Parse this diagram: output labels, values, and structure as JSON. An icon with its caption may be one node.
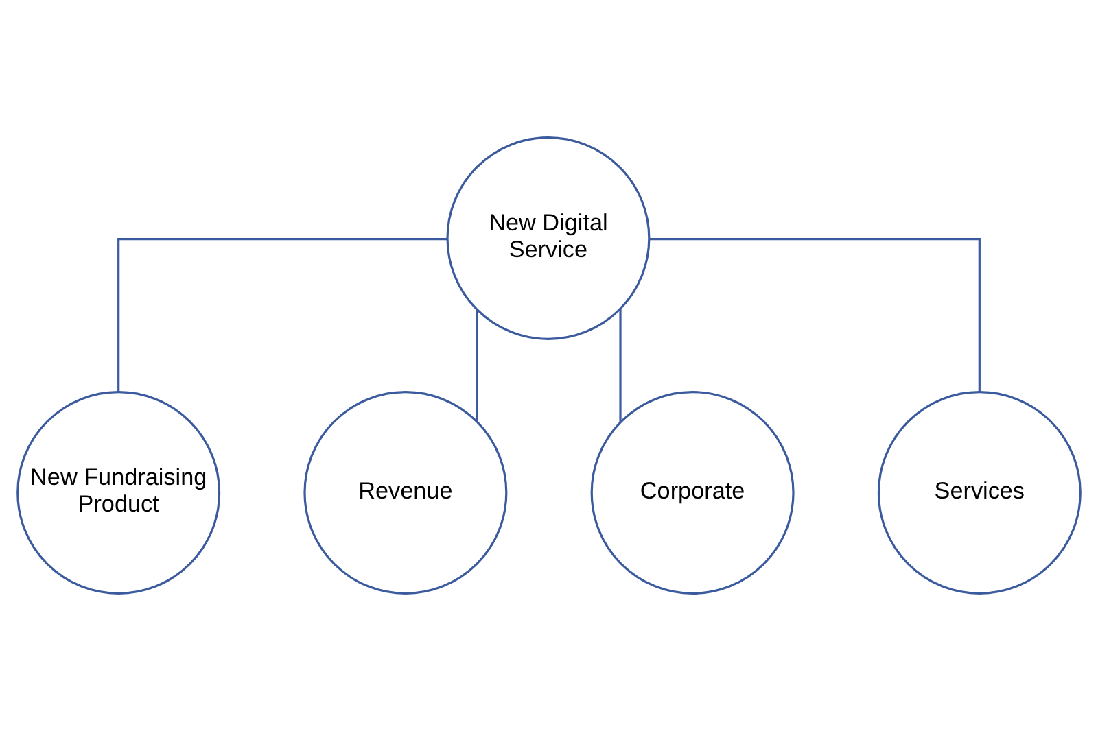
{
  "diagram": {
    "nodes": [
      {
        "text": [
          "New Digital Service"
        ]
      },
      {
        "text": [
          "New Fundraising Product"
        ]
      },
      {
        "text": [
          "Revenue"
        ]
      },
      {
        "text": [
          "Corporate"
        ]
      },
      {
        "text": [
          "Services"
        ]
      }
    ],
    "edges": [
      {
        "from": 0,
        "to": 1,
        "arrow": "none"
      },
      {
        "from": 0,
        "to": 2,
        "arrow": "none"
      },
      {
        "from": 0,
        "to": 3,
        "arrow": "none"
      },
      {
        "from": 0,
        "to": 4,
        "arrow": "none"
      }
    ]
  }
}
